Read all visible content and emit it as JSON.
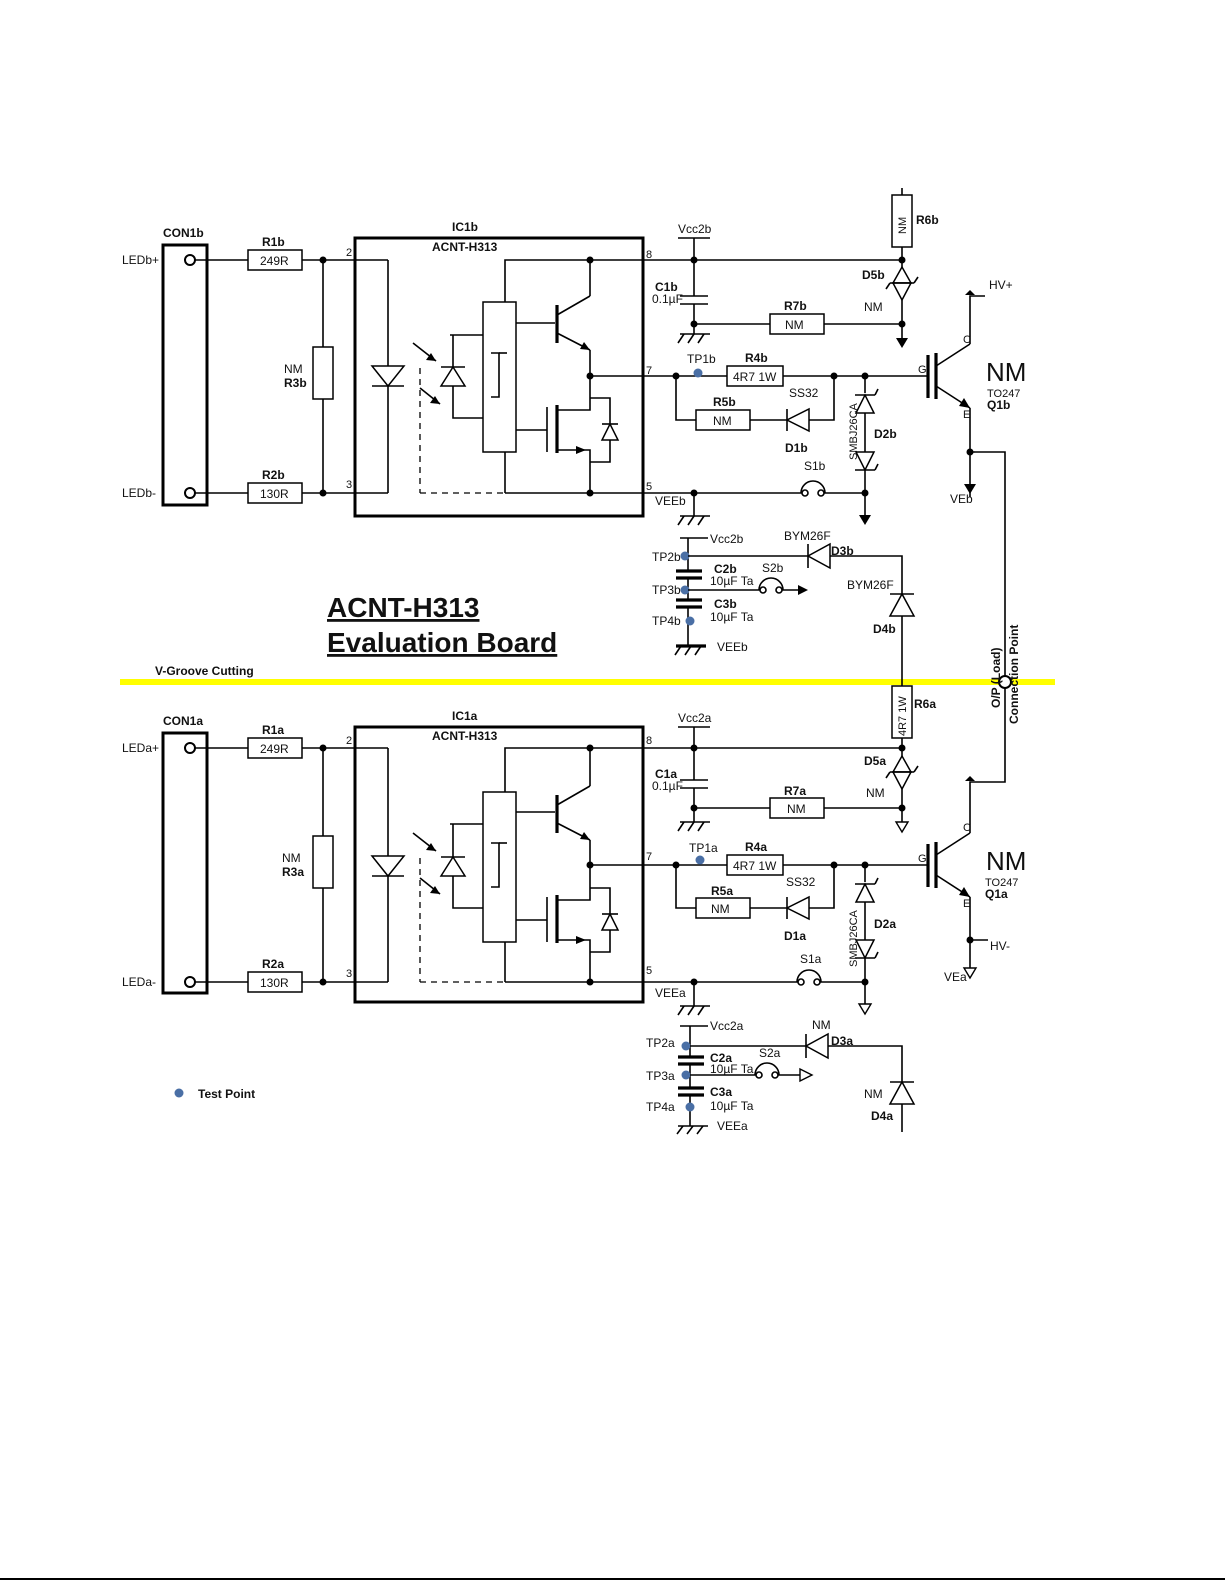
{
  "title": {
    "line1": "ACNT-H313",
    "line2": "Evaluation Board"
  },
  "vgroove": "V-Groove Cutting",
  "legend": {
    "label": "Test Point"
  },
  "out_point": {
    "line1": "O/P (Load)",
    "line2": "Connection Point"
  },
  "top": {
    "con": "CON1b",
    "led_plus": "LEDb+",
    "led_minus": "LEDb-",
    "r1": {
      "ref": "R1b",
      "value": "249R"
    },
    "r2": {
      "ref": "R2b",
      "value": "130R"
    },
    "r3": {
      "ref": "R3b",
      "value": "NM"
    },
    "ic": {
      "ref": "IC1b",
      "part": "ACNT-H313"
    },
    "pins": {
      "p2": "2",
      "p3": "3",
      "p8": "8",
      "p7": "7",
      "p5": "5"
    },
    "vcc": "Vcc2b",
    "c1": {
      "ref": "C1b",
      "value": "0.1µF"
    },
    "r6": {
      "ref": "R6b",
      "value": "NM"
    },
    "d5": {
      "ref": "D5b",
      "value": "NM"
    },
    "r7": {
      "ref": "R7b",
      "value": "NM"
    },
    "tp1": "TP1b",
    "r4": {
      "ref": "R4b",
      "value": "4R7  1W"
    },
    "r5": {
      "ref": "R5b",
      "value": "NM"
    },
    "d1": {
      "ref": "D1b",
      "value": "SS32"
    },
    "d2": {
      "ref": "D2b",
      "value": "SMBJ26CA"
    },
    "s1": "S1b",
    "vee": "VEEb",
    "q": {
      "value": "NM",
      "pkg": "TO247",
      "ref": "Q1b",
      "g": "G",
      "c": "C",
      "e": "E"
    },
    "hv": "HV+",
    "ve": "VEb",
    "vcc2": "Vcc2b",
    "tp2": "TP2b",
    "tp3": "TP3b",
    "tp4": "TP4b",
    "c2": {
      "ref": "C2b",
      "value": "10µF Ta"
    },
    "s2": "S2b",
    "c3": {
      "ref": "C3b",
      "value": "10µF Ta"
    },
    "vee2": "VEEb",
    "d3": {
      "ref": "D3b",
      "value": "BYM26F"
    },
    "d4": {
      "ref": "D4b",
      "value": "BYM26F"
    }
  },
  "bottom": {
    "con": "CON1a",
    "led_plus": "LEDa+",
    "led_minus": "LEDa-",
    "r1": {
      "ref": "R1a",
      "value": "249R"
    },
    "r2": {
      "ref": "R2a",
      "value": "130R"
    },
    "r3": {
      "ref": "R3a",
      "value": "NM"
    },
    "ic": {
      "ref": "IC1a",
      "part": "ACNT-H313"
    },
    "pins": {
      "p2": "2",
      "p3": "3",
      "p8": "8",
      "p7": "7",
      "p5": "5"
    },
    "vcc": "Vcc2a",
    "c1": {
      "ref": "C1a",
      "value": "0.1µF"
    },
    "r6": {
      "ref": "R6a",
      "value": "4R7  1W"
    },
    "d5": {
      "ref": "D5a",
      "value": "NM"
    },
    "r7": {
      "ref": "R7a",
      "value": "NM"
    },
    "tp1": "TP1a",
    "r4": {
      "ref": "R4a",
      "value": "4R7  1W"
    },
    "r5": {
      "ref": "R5a",
      "value": "NM"
    },
    "d1": {
      "ref": "D1a",
      "value": "SS32"
    },
    "d2": {
      "ref": "D2a",
      "value": "SMBJ26CA"
    },
    "s1": "S1a",
    "vee": "VEEa",
    "q": {
      "value": "NM",
      "pkg": "TO247",
      "ref": "Q1a",
      "g": "G",
      "c": "C",
      "e": "E"
    },
    "hv": "HV-",
    "ve": "VEa",
    "vcc2": "Vcc2a",
    "tp2": "TP2a",
    "tp3": "TP3a",
    "tp4": "TP4a",
    "c2": {
      "ref": "C2a",
      "value": "10µF Ta"
    },
    "s2": "S2a",
    "c3": {
      "ref": "C3a",
      "value": "10µF Ta"
    },
    "vee2": "VEEa",
    "d3": {
      "ref": "D3a",
      "value": "NM"
    },
    "d4": {
      "ref": "D4a",
      "value": "NM"
    }
  },
  "colors": {
    "vgroove": "#ffff00",
    "test_point": "#4a6fa5",
    "wire": "#000000"
  }
}
